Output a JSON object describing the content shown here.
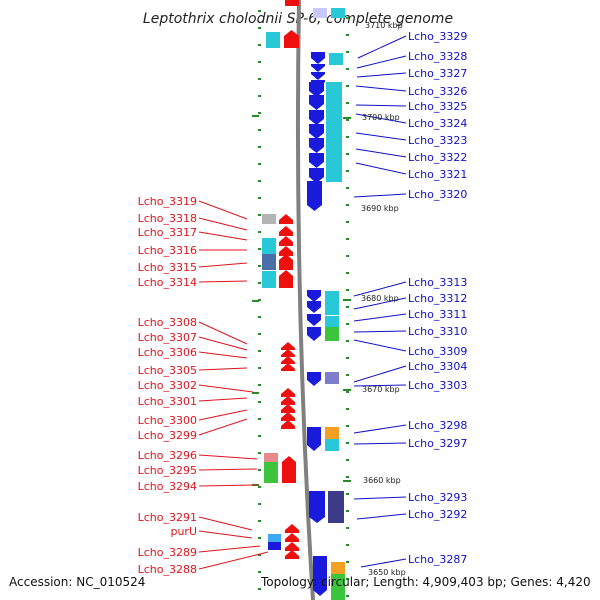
{
  "title": "Leptothrix cholodnii SP-6, complete genome",
  "footer": {
    "accession": "Accession: NC_010524",
    "topology": "Topology: circular; Length: 4,909,403 bp; Genes: 4,420"
  },
  "colors": {
    "left_label": "#e0141e",
    "right_label": "#1010c8",
    "backbone": "#808080",
    "tick": "#2a8a2a",
    "cds_minus": "#1a1adc",
    "cds_plus": "#ee0f0f",
    "cog_cyan": "#28c8d8",
    "cog_steelblue": "#4a6ea8",
    "cog_green": "#3cc43c",
    "cog_orange": "#f5a021",
    "cog_purple": "#3b3b88",
    "cog_lavender": "#7d7dcc",
    "cog_gray": "#b4b4b4",
    "cog_pink": "#e88a8a",
    "cog_skyblue": "#3fa9f5"
  },
  "kbp_marks": [
    "3710 kbp",
    "3700 kbp",
    "3690 kbp",
    "3680 kbp",
    "3670 kbp",
    "3660 kbp",
    "3650 kbp"
  ],
  "left_labels": [
    "Lcho_3319",
    "Lcho_3318",
    "Lcho_3317",
    "Lcho_3316",
    "Lcho_3315",
    "Lcho_3314",
    "Lcho_3308",
    "Lcho_3307",
    "Lcho_3306",
    "Lcho_3305",
    "Lcho_3302",
    "Lcho_3301",
    "Lcho_3300",
    "Lcho_3299",
    "Lcho_3296",
    "Lcho_3295",
    "Lcho_3294",
    "Lcho_3291",
    "purU",
    "Lcho_3289",
    "Lcho_3288"
  ],
  "right_labels": [
    "Lcho_3329",
    "Lcho_3328",
    "Lcho_3327",
    "Lcho_3326",
    "Lcho_3325",
    "Lcho_3324",
    "Lcho_3323",
    "Lcho_3322",
    "Lcho_3321",
    "Lcho_3320",
    "Lcho_3313",
    "Lcho_3312",
    "Lcho_3311",
    "Lcho_3310",
    "Lcho_3309",
    "Lcho_3304",
    "Lcho_3303",
    "Lcho_3298",
    "Lcho_3297",
    "Lcho_3293",
    "Lcho_3292",
    "Lcho_3287"
  ]
}
